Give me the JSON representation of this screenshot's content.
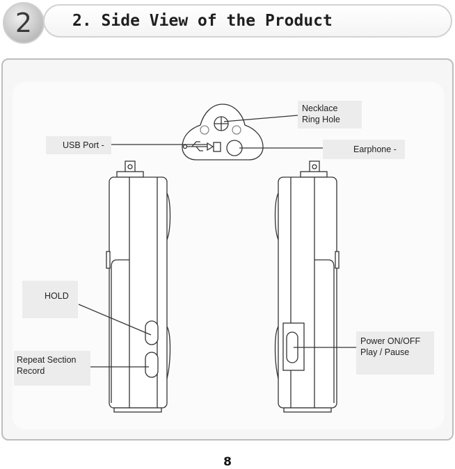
{
  "header": {
    "section_number": "2",
    "title": "2. Side View of the Product"
  },
  "figure": {
    "labels": {
      "necklace_ring_hole": "Necklace\nRing Hole",
      "usb_port": "USB Port -",
      "earphone": "Earphone -",
      "hold": "HOLD",
      "repeat_section_record": "Repeat Section\nRecord",
      "power_play_pause": "Power ON/OFF\nPlay / Pause"
    }
  },
  "page_number": "8"
}
